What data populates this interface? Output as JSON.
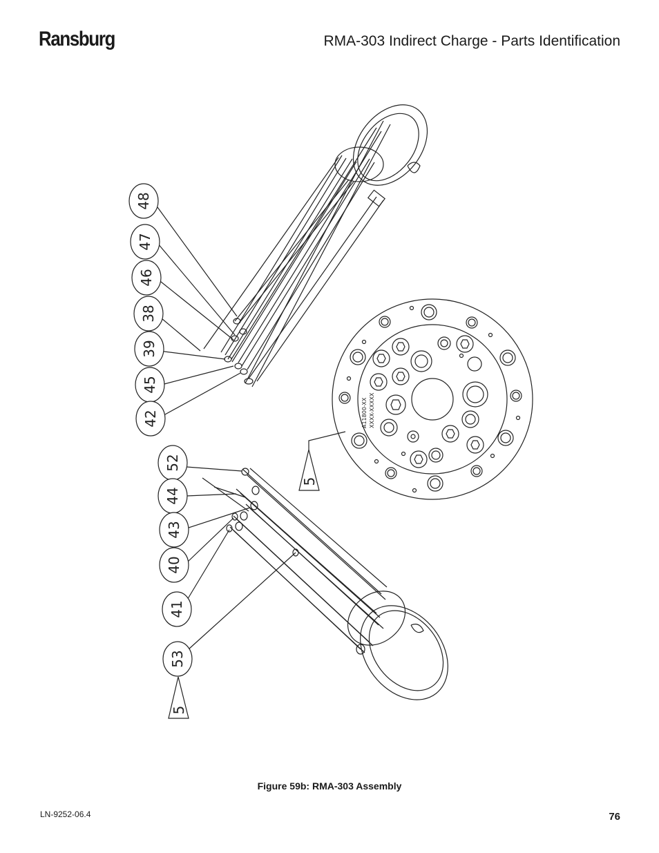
{
  "header": {
    "brand": "Ransburg",
    "title": "RMA-303 Indirect Charge - Parts Identification"
  },
  "figure": {
    "callouts_upper": [
      "48",
      "47",
      "46",
      "38",
      "39",
      "45",
      "42"
    ],
    "callouts_lower": [
      "52",
      "44",
      "43",
      "40",
      "41",
      "53"
    ],
    "note_flag_upper": "5",
    "note_flag_lower": "5",
    "serial_line1": "A11800-XX",
    "serial_line2": "XXXX-XXXXX",
    "caption": "Figure 59b:  RMA-303 Assembly"
  },
  "footer": {
    "doc_number": "LN-9252-06.4",
    "page_number": "76"
  }
}
